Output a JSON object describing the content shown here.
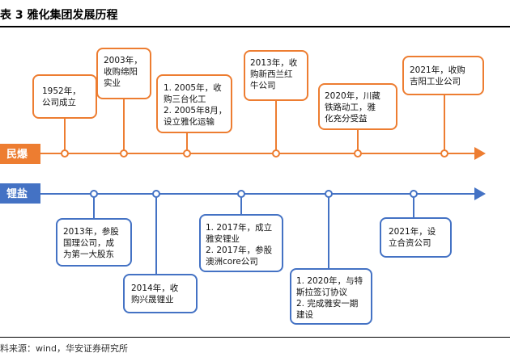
{
  "title": "表 3 雅化集团发展历程",
  "source": "料来源：wind，华安证券研究所",
  "tracks": {
    "minbao": {
      "label": "民爆",
      "color": "#ED7D31"
    },
    "lithium": {
      "label": "锂盐",
      "color": "#4472C4"
    }
  },
  "minbao_events": [
    {
      "lines": [
        "1952年，",
        "公司成立"
      ]
    },
    {
      "lines": [
        "2003年，",
        "收购绵阳",
        "实业"
      ]
    },
    {
      "lines": [
        "1. 2005年，收",
        "购三台化工",
        "2. 2005年8月，",
        "设立雅化运输"
      ]
    },
    {
      "lines": [
        "2013年，收",
        "购新西兰红",
        "牛公司"
      ]
    },
    {
      "lines": [
        "2020年，川藏",
        "铁路动工，雅",
        "化充分受益"
      ]
    },
    {
      "lines": [
        "2021年，收购",
        "吉阳工业公司"
      ]
    }
  ],
  "lithium_events": [
    {
      "lines": [
        "2013年，参股",
        "国理公司，成",
        "为第一大股东"
      ]
    },
    {
      "lines": [
        "2014年，收",
        "购兴晟锂业"
      ]
    },
    {
      "lines": [
        "1. 2017年，成立",
        "雅安锂业",
        "2. 2017年，参股",
        "澳洲core公司"
      ]
    },
    {
      "lines": [
        "1. 2020年，与特",
        "斯拉签订协议",
        "2. 完成雅安一期",
        "建设"
      ]
    },
    {
      "lines": [
        "2021年，设",
        "立合资公司"
      ]
    }
  ]
}
